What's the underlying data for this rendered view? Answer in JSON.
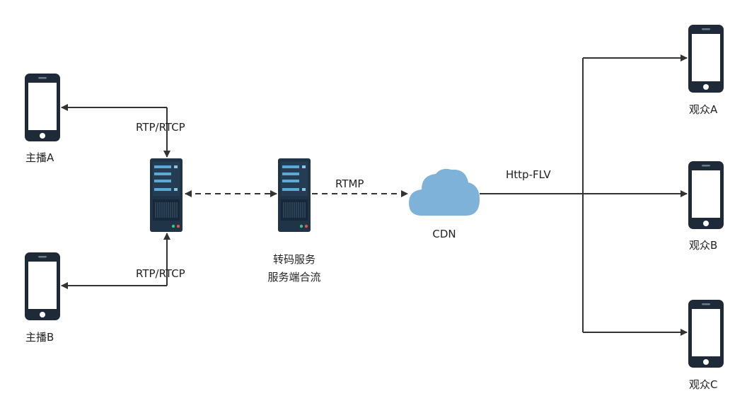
{
  "anchors": {
    "a": "主播A",
    "b": "主播B"
  },
  "viewers": {
    "a": "观众A",
    "b": "观众B",
    "c": "观众C"
  },
  "links": {
    "rtp_top": "RTP/RTCP",
    "rtp_bottom": "RTP/RTCP",
    "rtmp": "RTMP",
    "http_flv": "Http-FLV"
  },
  "transcode": {
    "line1": "转码服务",
    "line2": "服务端合流"
  },
  "cdn": {
    "label": "CDN"
  },
  "colors": {
    "phone_body": "#1e2a38",
    "phone_screen": "#ffffff",
    "server_body": "#1f3447",
    "server_bar": "#5aa9d6",
    "cloud": "#7fb2d8",
    "line": "#333333"
  },
  "icons": {
    "phone": "smartphone-icon",
    "server": "server-icon",
    "cloud": "cloud-icon"
  }
}
